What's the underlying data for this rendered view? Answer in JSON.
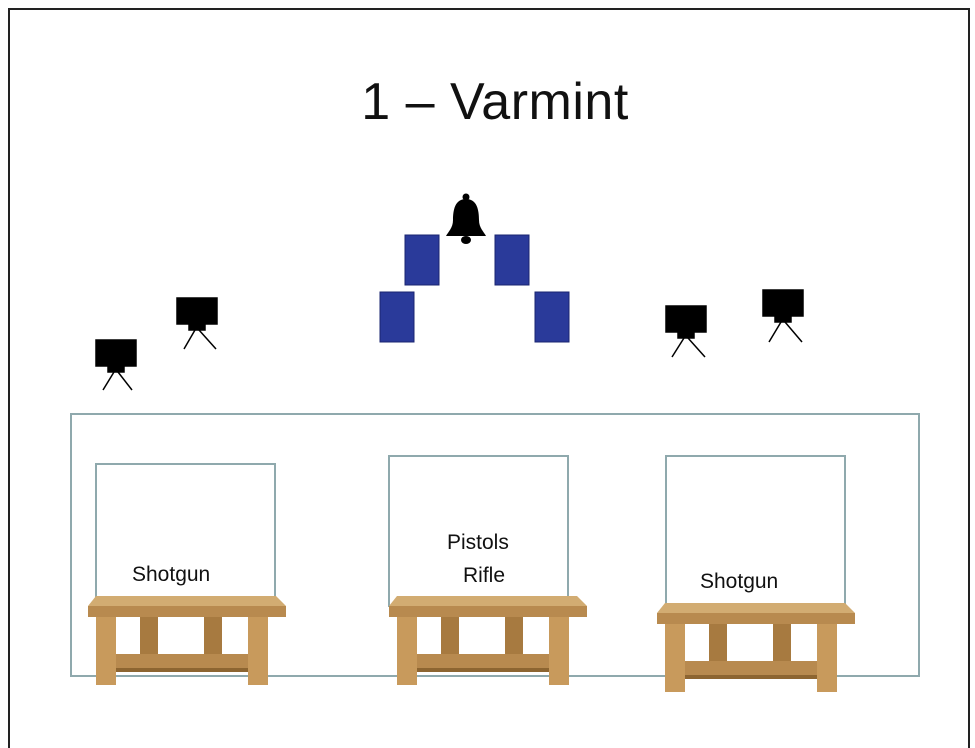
{
  "title": "1 – Varmint",
  "colors": {
    "panel": "#2a3a9a",
    "target": "#000000",
    "line": "#8fa9ad",
    "wood_top": "#d2ac72",
    "wood_side": "#b88a4f",
    "wood_dark": "#8d6531"
  },
  "tables": [
    {
      "lines": [
        "Shotgun"
      ]
    },
    {
      "lines": [
        "Pistols",
        "Rifle"
      ]
    },
    {
      "lines": [
        "Shotgun"
      ]
    }
  ],
  "icons": {
    "bell": "bell-icon",
    "steel_target": "steel-target-icon",
    "table": "shooting-table-icon"
  }
}
